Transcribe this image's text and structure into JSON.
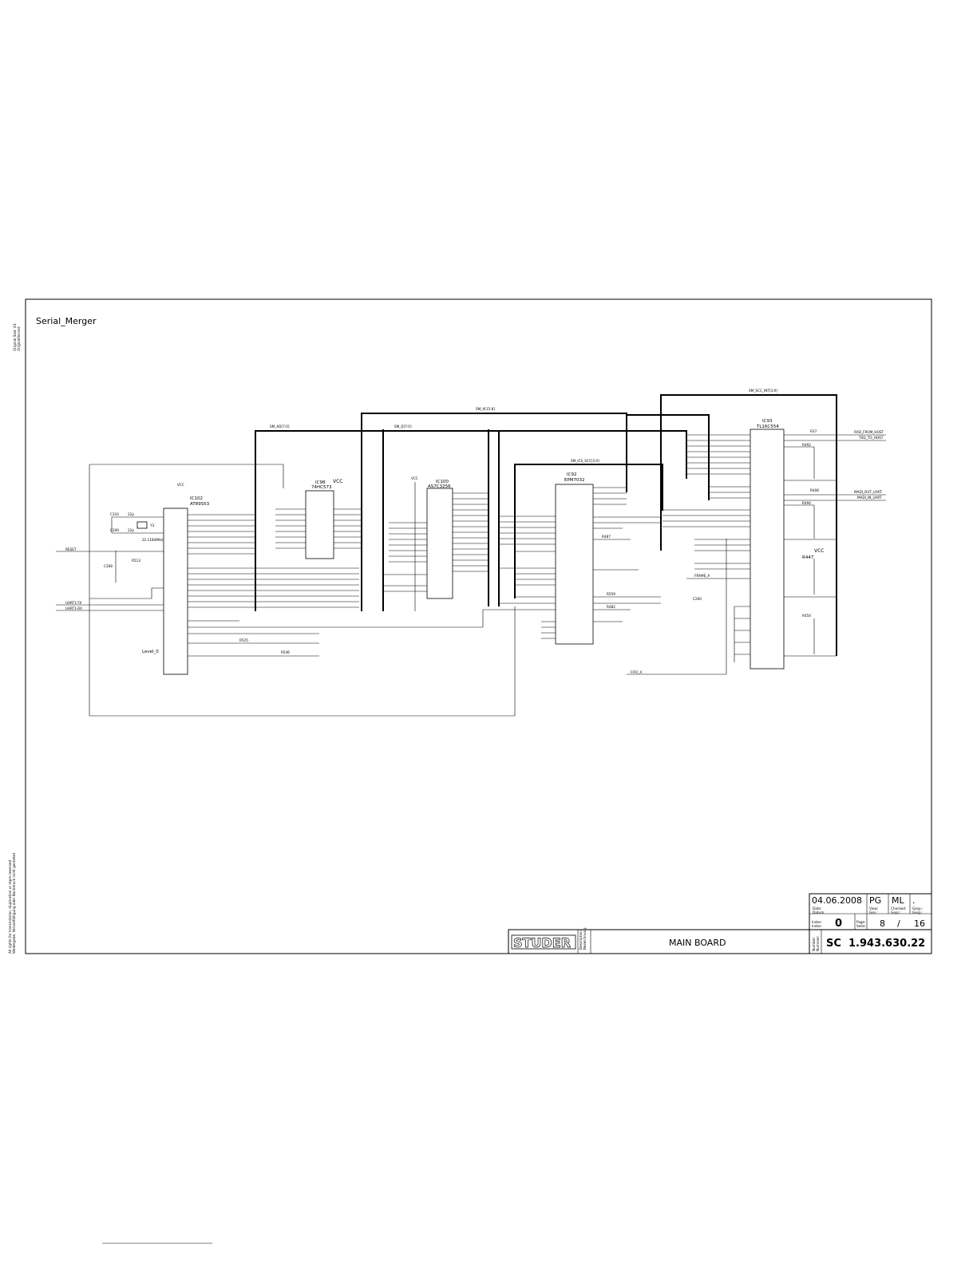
{
  "sheet": {
    "title": "Serial_Merger",
    "side_left_top": "Original Size:  A3\nOriginalformat:",
    "side_left_bottom": "All rights for transmission, duplication or repro reserved\nWeitergabe, Vervielfältigung oder Nachdruck nicht gestattet"
  },
  "title_block": {
    "date": "04.06.2008",
    "author": "PG",
    "checked": "ML",
    "dot": ".",
    "date_label": "Date:\nDatum:",
    "view_label": "View:\nGes.:",
    "checked_label": "Checked:\nGepr.:",
    "gesp_label": "Gesp.:\nGesp.:",
    "index_label": "Index:\nIndex:",
    "index": "0",
    "page_label": "Page:\nSeite:",
    "page": "8",
    "slash": "/",
    "pages": "16",
    "brand": "STUDER",
    "desc_label": "Description:\nBezeichnung:",
    "description": "MAIN BOARD",
    "number_label": "Number:\nNummer:",
    "number_prefix": "SC",
    "number": "1.943.630.22"
  },
  "chips": {
    "ic102": {
      "ref": "IC102",
      "part": "AT89S53"
    },
    "ic98": {
      "ref": "IC98",
      "part": "74HC573"
    },
    "ic100": {
      "ref": "IC100",
      "part": "AS7C3256"
    },
    "ic92": {
      "ref": "IC92",
      "part": "EPM7032"
    },
    "ic93": {
      "ref": "IC93",
      "part": "TL16C554"
    }
  },
  "labels": {
    "vcc": "VCC",
    "xtal_y": "Y3",
    "xtal_freq": "22.1184MHz",
    "c310": "C310",
    "c309": "C309",
    "c22p": "22p",
    "c308": "C308",
    "level": "Level_0",
    "r513": "R513",
    "reset": "RESET",
    "uart_tx": "UART1-TX",
    "uart_rx": "UART1-RX",
    "bus_ad": "SM_AD[7:0]",
    "bus_a15": "SM_A[15:8]",
    "bus_d": "SM_D[7:0]",
    "bus_cs": "SM_ICS_SCC[3:0]",
    "bus_int": "SM_SCC_INT[3:0]",
    "rxd_host": "RXD_FROM_HOST",
    "txd_host": "TXD_TO_HOST",
    "uart_out": "MADI_OUT_UART",
    "uart_in": "MADI_IN_UART",
    "r37": "R37",
    "r408": "R408",
    "r492": "R492",
    "r494": "R494",
    "r447": "R447",
    "r454": "R454",
    "r546": "R546",
    "r525": "R525",
    "c260": "C260",
    "r487": "R487",
    "r482": "R482",
    "r559": "R559",
    "frame_a": "FRAME_A",
    "fifo_a": "FIFO_A"
  }
}
